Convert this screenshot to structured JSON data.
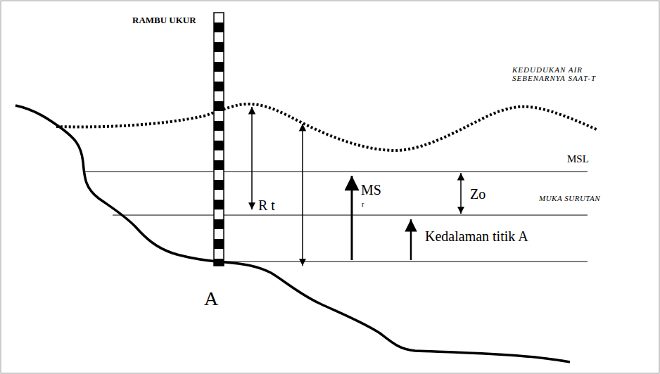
{
  "diagram": {
    "labels": [
      "RAMBU UKUR",
      "KEDUDUKAN AIR SEBENARNYA SAAT-T",
      "MSL",
      "R t",
      "MS",
      "r",
      "Zo",
      "MUKA SURUTAN",
      "Kedalaman titik A",
      "A"
    ]
  }
}
